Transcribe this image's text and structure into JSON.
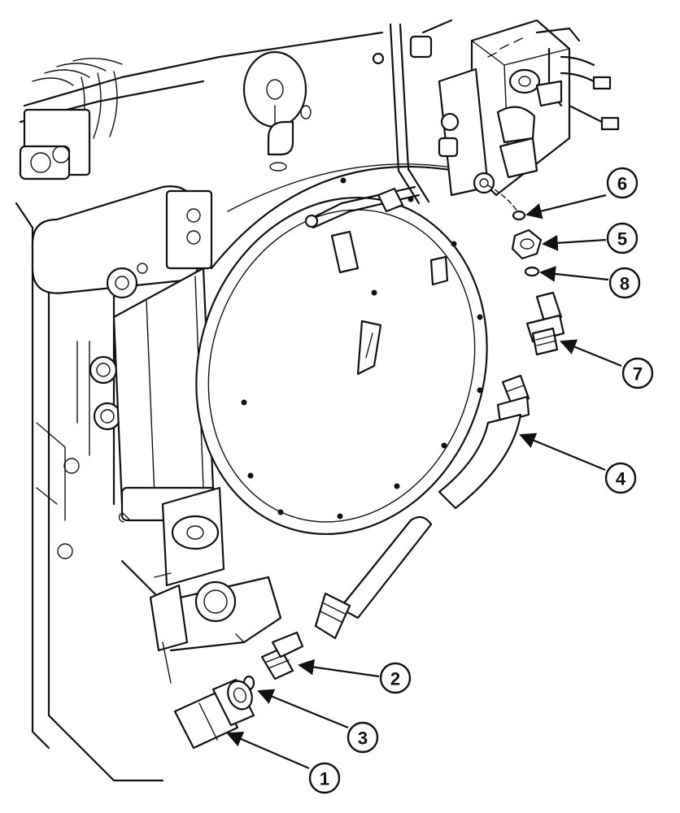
{
  "figure": {
    "line_color": "#111111",
    "background_color": "#ffffff"
  },
  "callouts": [
    {
      "id": "1",
      "label": "1"
    },
    {
      "id": "2",
      "label": "2"
    },
    {
      "id": "3",
      "label": "3"
    },
    {
      "id": "4",
      "label": "4"
    },
    {
      "id": "5",
      "label": "5"
    },
    {
      "id": "6",
      "label": "6"
    },
    {
      "id": "7",
      "label": "7"
    },
    {
      "id": "8",
      "label": "8"
    }
  ]
}
